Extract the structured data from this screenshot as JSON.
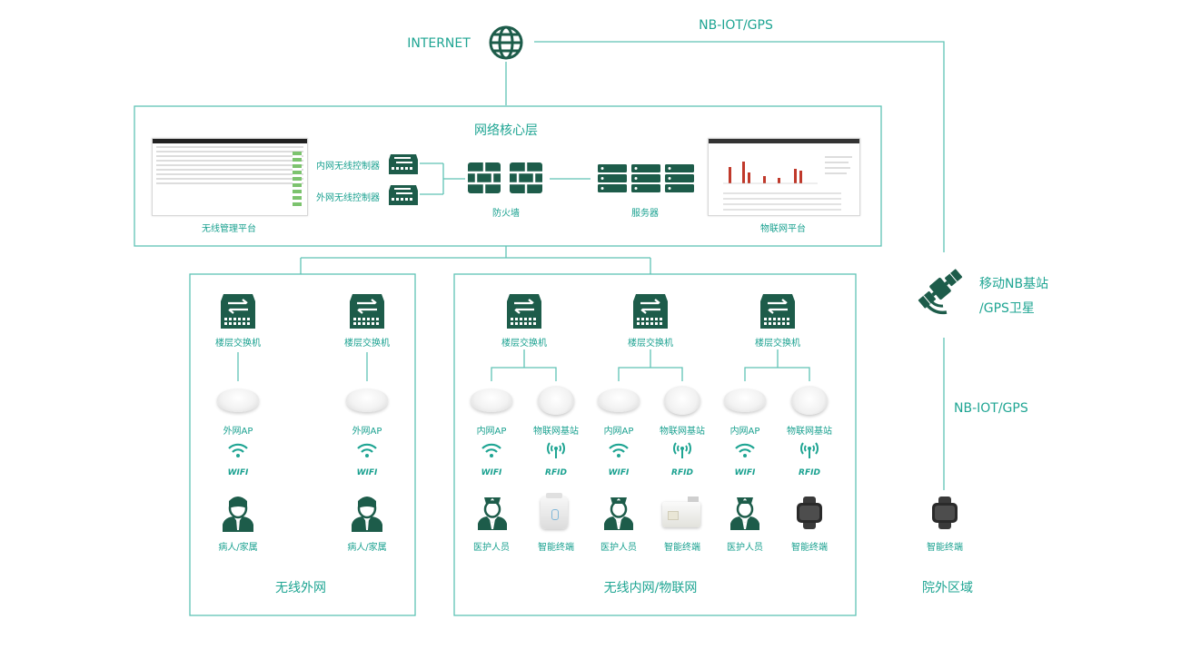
{
  "internet_label": "INTERNET",
  "nbiot_top": "NB-IOT/GPS",
  "nbiot_side": "NB-IOT/GPS",
  "core": {
    "title": "网络核心层",
    "wireless_platform": "无线管理平台",
    "controller_in": "内网无线控制器",
    "controller_out": "外网无线控制器",
    "firewall": "防火墙",
    "server": "服务器",
    "iot_platform": "物联网平台"
  },
  "mobile_station": [
    "移动NB基站",
    "/GPS卫星"
  ],
  "zones": {
    "external": "无线外网",
    "internal": "无线内网/物联网",
    "outside": "院外区域"
  },
  "labels": {
    "floor_switch": "楼层交换机",
    "external_ap": "外网AP",
    "internal_ap": "内网AP",
    "iot_station": "物联网基站",
    "wifi": "WIFI",
    "rfid": "RFID",
    "patient": "病人/家属",
    "medical": "医护人员",
    "terminal": "智能终端"
  },
  "colors": {
    "accent": "#1fa593",
    "dark": "#1d5c4a"
  },
  "icons": [
    "globe-icon",
    "switch-icon",
    "firewall-icon",
    "server-icon",
    "satellite-icon",
    "wifi-icon",
    "rfid-icon",
    "patient-icon",
    "doctor-icon",
    "watch-icon"
  ]
}
